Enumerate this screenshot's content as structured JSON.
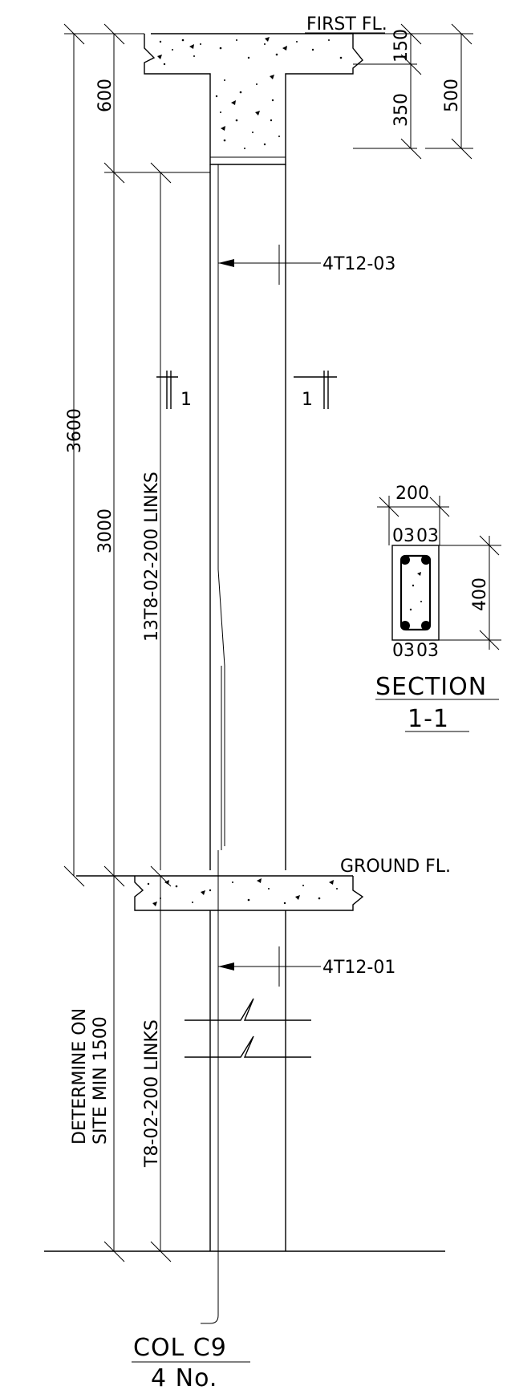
{
  "labels": {
    "first_floor": "FIRST FL.",
    "ground_floor": "GROUND FL.",
    "bar_top": "4T12-03",
    "bar_bottom": "4T12-01",
    "links_upper": "13T8-02-200 LINKS",
    "links_lower": "T8-02-200 LINKS",
    "section_mark_left": "1",
    "section_mark_right": "1",
    "determine_line1": "DETERMINE ON",
    "determine_line2": "SITE MIN 1500"
  },
  "dimensions": {
    "overall": "3600",
    "clear": "3000",
    "beam_zone": "600",
    "slab": "150",
    "drop": "350",
    "beam_depth": "500",
    "section_width": "200",
    "section_depth": "400",
    "cover_top_left": "03",
    "cover_top_right": "03",
    "cover_bottom_left": "03",
    "cover_bottom_right": "03"
  },
  "section": {
    "title": "SECTION",
    "subtitle": "1-1"
  },
  "column": {
    "title": "COL C9",
    "quantity": "4 No."
  }
}
